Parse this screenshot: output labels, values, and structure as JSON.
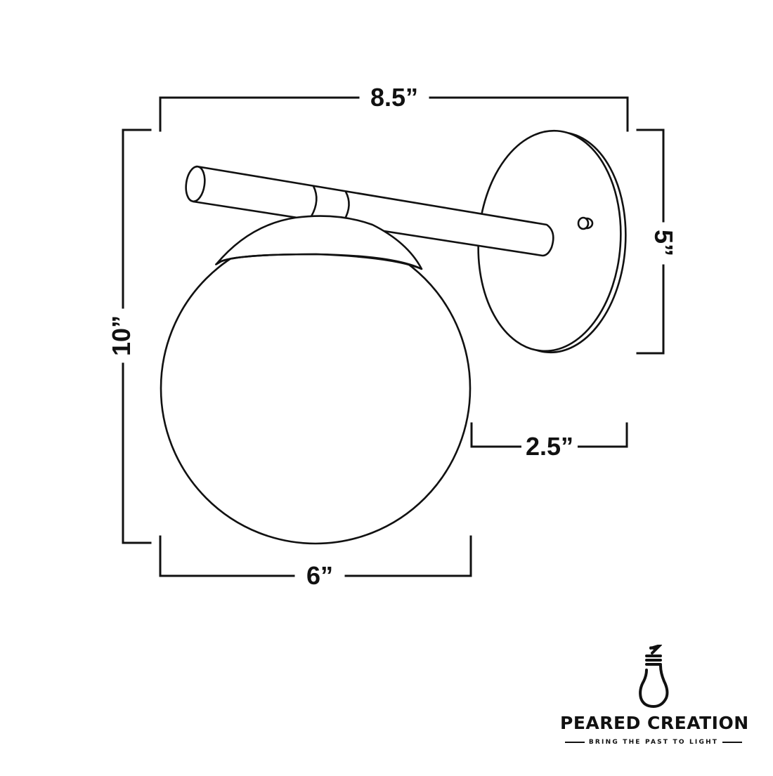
{
  "diagram": {
    "subject": "globe wall sconce line drawing",
    "stroke_color": "#111111",
    "background": "#ffffff"
  },
  "dimensions": {
    "overall_width": "8.5”",
    "overall_height": "10”",
    "backplate_height": "5”",
    "extension_depth": "2.5”",
    "globe_diameter": "6”"
  },
  "brand": {
    "name": "PEARED CREATION",
    "tagline": "BRING THE PAST TO LIGHT",
    "logo_icon": "pear-bulb-icon"
  }
}
